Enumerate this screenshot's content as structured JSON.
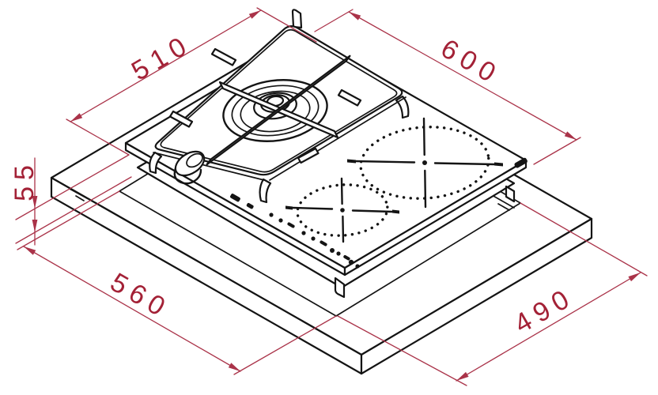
{
  "diagram": {
    "dimensions": {
      "hob_depth": {
        "label": "510"
      },
      "hob_width": {
        "label": "600"
      },
      "built_in_height": {
        "label": "55"
      },
      "cutout_width": {
        "label": "560"
      },
      "cutout_depth": {
        "label": "490"
      }
    },
    "colors": {
      "dimension_line": "#aa3349",
      "dimension_text": "#a32136",
      "drawing_line": "#141414",
      "background": "#ffffff"
    }
  }
}
